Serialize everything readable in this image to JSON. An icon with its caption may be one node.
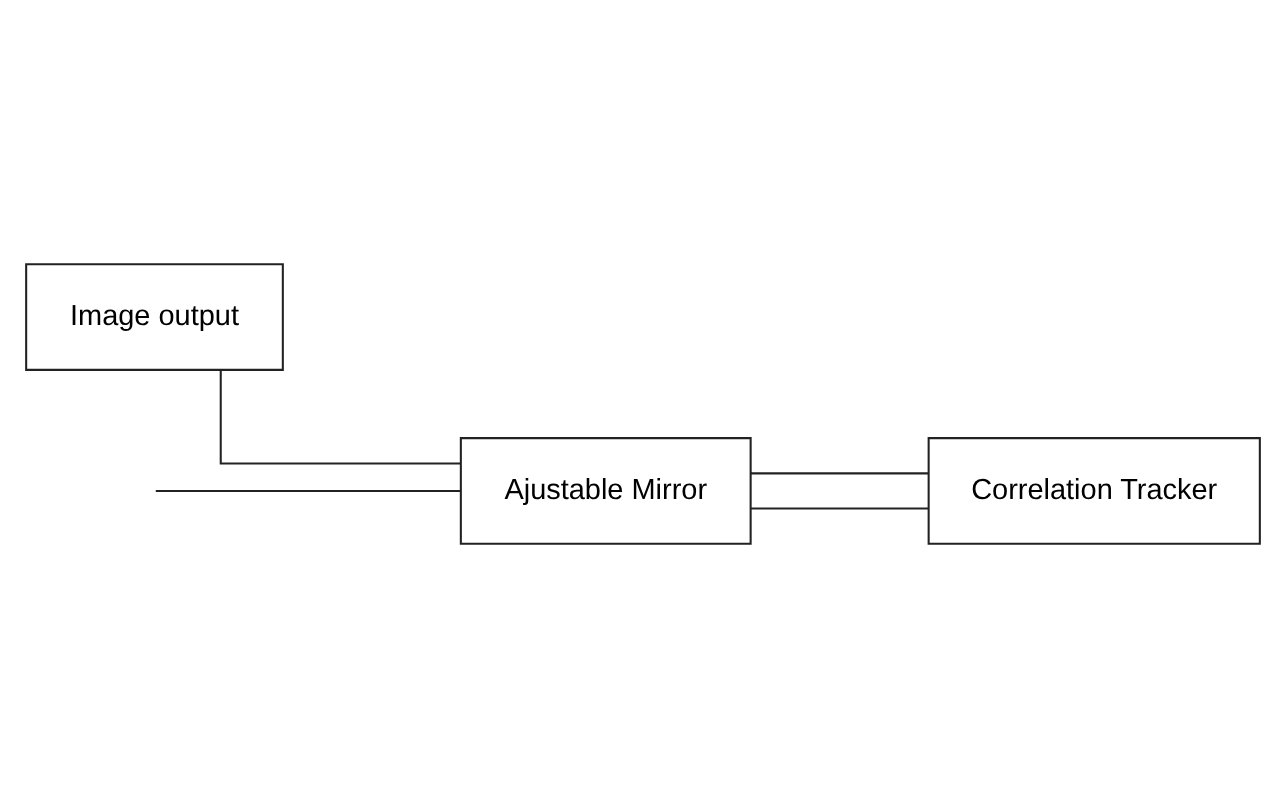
{
  "diagram": {
    "nodes": [
      {
        "text": [
          "Image output"
        ]
      },
      {
        "text": [
          "Ajustable Mirror"
        ]
      },
      {
        "text": [
          "Correlation Tracker"
        ]
      }
    ],
    "edges": [
      {
        "from": null,
        "to": 1,
        "arrow": "none"
      },
      {
        "from": 1,
        "to": 0,
        "arrow": "none"
      },
      {
        "from": 1,
        "to": 2,
        "arrow": "none"
      },
      {
        "from": 2,
        "to": 1,
        "arrow": "none"
      }
    ]
  }
}
